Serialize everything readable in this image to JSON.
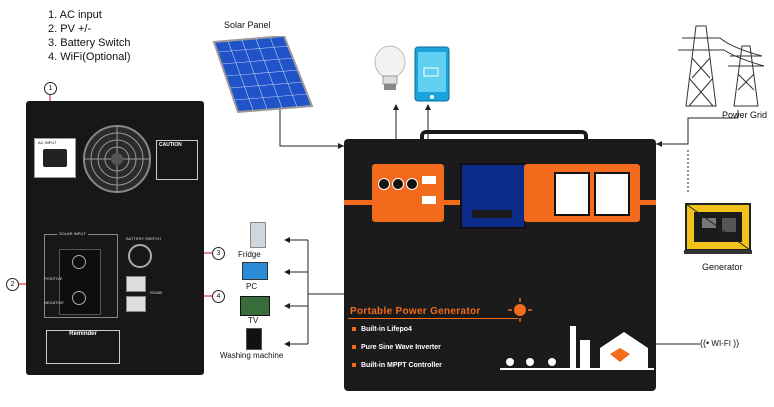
{
  "legend": {
    "item1": "1.  AC input",
    "item2": "2.  PV +/-",
    "item3": "3.  Battery Switch",
    "item4": "4.  WiFi(Optional)"
  },
  "labels": {
    "solar_panel": "Solar Panel",
    "power_grid": "Power Grid",
    "generator": "Generator",
    "wifi": "WI-FI"
  },
  "appliances": {
    "fridge": "Fridge",
    "pc": "PC",
    "tv": "TV",
    "washing": "Washing machine"
  },
  "callouts": {
    "c1": "1",
    "c2": "2",
    "c3": "3",
    "c4": "4"
  },
  "rear_panel": {
    "ac_input": "AC INPUT",
    "caution": "CAUTION",
    "solar_input": "SOLAR INPUT",
    "battery_switch": "BATTERY SWITCH",
    "positive": "POSITIVE",
    "negative": "NEGATIVE",
    "rs485": "RS485",
    "reminder": "Reminder"
  },
  "generator": {
    "title": "Portable Power Generator",
    "feature1": "Built-in Lifepo4",
    "feature2": "Pure Sine Wave Inverter",
    "feature3": "Built-in MPPT Controller"
  },
  "colors": {
    "accent": "#f26a1b",
    "panel": "#1b1b1b",
    "screen": "#0b2a8a",
    "callout_line": "#c0141c"
  }
}
